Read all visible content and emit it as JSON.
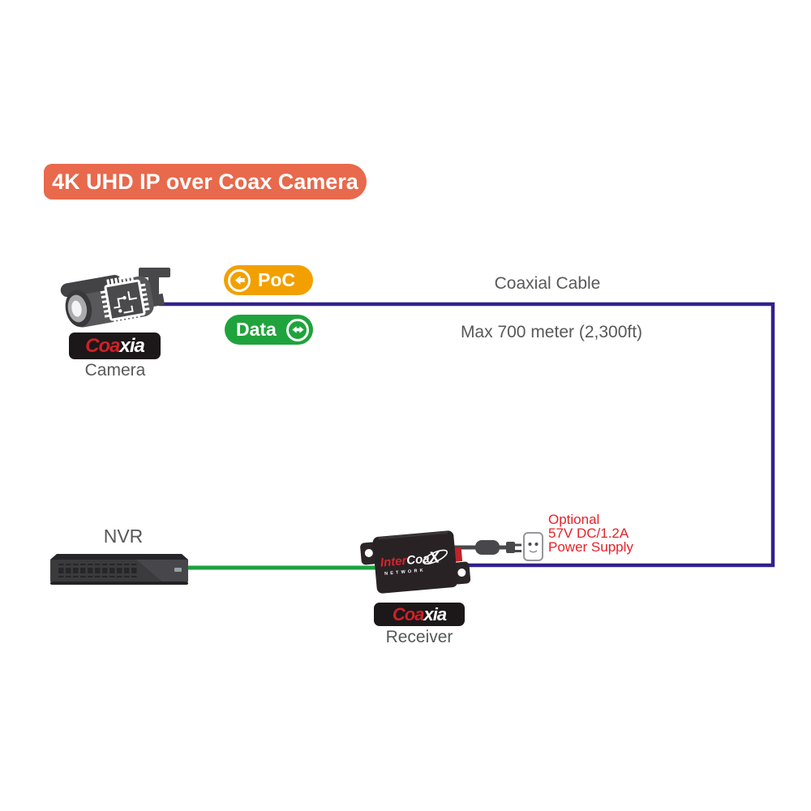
{
  "title": {
    "label": "4K UHD IP over Coax Camera"
  },
  "badges": {
    "poc": "PoC",
    "data": "Data"
  },
  "cable": {
    "name": "Coaxial Cable",
    "max_length": "Max 700 meter (2,300ft)"
  },
  "camera": {
    "brand_red": "Coa",
    "brand_white": "xia",
    "label": "Camera"
  },
  "nvr": {
    "label": "NVR"
  },
  "receiver": {
    "brand_red": "Coa",
    "brand_white": "xia",
    "label": "Receiver",
    "logo_red": "Inter",
    "logo_white": "Coa",
    "logo_x": "X",
    "logo_sub": "NETWORK"
  },
  "power": {
    "line1": "Optional",
    "line2": "57V DC/1.2A",
    "line3": "Power Supply"
  },
  "icons": {
    "poc_arrow": "left-arrow",
    "data_arrow": "left-right-arrow",
    "camera": "bullet-camera-with-ip-chip",
    "nvr": "rack-recorder",
    "receiver": "coax-receiver-box",
    "plug": "power-plug",
    "outlet": "power-outlet"
  },
  "colors": {
    "banner-bg": "#E8694C",
    "poc-bg": "#F2A000",
    "data-bg": "#1FA33C",
    "coax-line": "#32218C",
    "data-line": "#1CA23E",
    "text-gray": "#57585A",
    "text-red": "#E62129",
    "brand-red": "#CE2128",
    "badge-bg": "#1C1719",
    "white": "#FFFFFF"
  }
}
